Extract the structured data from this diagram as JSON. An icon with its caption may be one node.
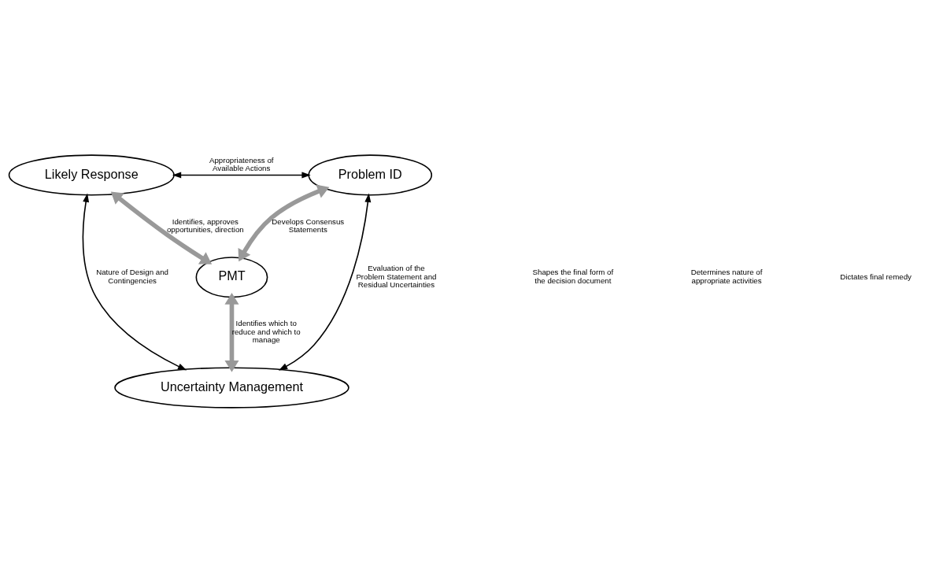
{
  "diagram": {
    "nodes": [
      {
        "text": [
          "Likely Response"
        ]
      },
      {
        "text": [
          "Problem ID"
        ]
      },
      {
        "text": [
          "PMT"
        ]
      },
      {
        "text": [
          "Uncertainty Management"
        ]
      }
    ],
    "edges": [
      {
        "from": 0,
        "to": 1,
        "arrow": "both",
        "label": "Appropriateness of Available Actions"
      },
      {
        "from": 0,
        "to": 2,
        "arrow": "both",
        "style": "thick",
        "color": "#999999",
        "label": "Identifies, approves opportunities, direction"
      },
      {
        "from": 1,
        "to": 2,
        "arrow": "both",
        "style": "thick",
        "color": "#999999",
        "label": "Develops Consensus Statements"
      },
      {
        "from": 2,
        "to": 3,
        "arrow": "both",
        "style": "thick",
        "color": "#999999",
        "label": "Identifies which to reduce and which to manage"
      },
      {
        "from": 0,
        "to": 3,
        "arrow": "both",
        "label": "Nature of Design and Contingencies"
      },
      {
        "from": 1,
        "to": 3,
        "arrow": "both",
        "label": "Evaluation of the Problem Statement and Residual Uncertainties"
      }
    ],
    "labels": [
      "Shapes the final form of the decision document",
      "Determines nature of appropriate activities",
      "Dictates final remedy"
    ]
  }
}
